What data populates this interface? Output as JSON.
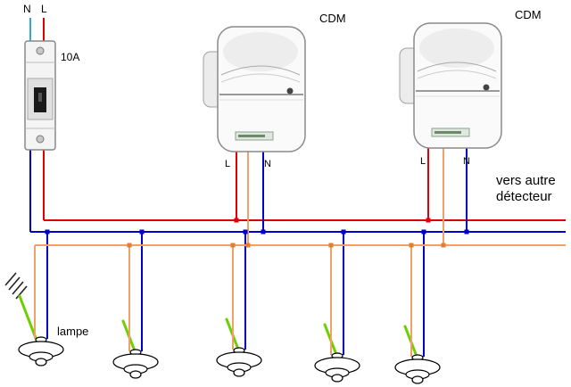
{
  "labels": {
    "supply_neutral": "N",
    "supply_line": "L",
    "breaker_rating": "10A",
    "detector1": {
      "name": "CDM",
      "terminal_l": "L",
      "terminal_n": "N"
    },
    "detector2": {
      "name": "CDM",
      "terminal_l": "L",
      "terminal_n": "N"
    },
    "to_other_detector_line1": "vers autre",
    "to_other_detector_line2": "détecteur",
    "lamp": "lampe"
  },
  "colors": {
    "line_wire": "#e00000",
    "neutral_wire": "#0000c8",
    "supply_neutral_pigtail": "#2fa8d8",
    "switched_wire": "#f0a068",
    "ground_wire": "#6ccf00",
    "device_body": "#fafafa",
    "device_outline": "#8a8a8a"
  }
}
